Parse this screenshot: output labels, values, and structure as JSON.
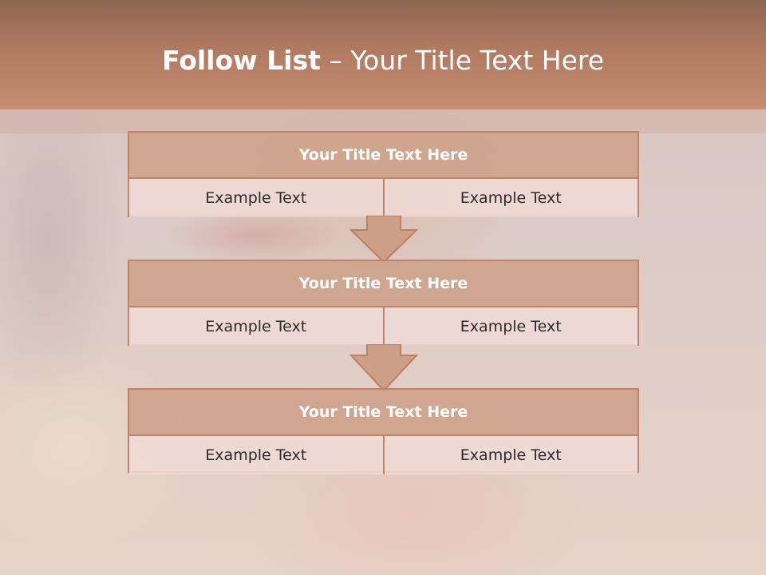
{
  "header": {
    "title_bold": "Follow List",
    "title_rest": " – Your Title Text Here"
  },
  "blocks": [
    {
      "title": "Your Title Text Here",
      "left": "Example Text",
      "right": "Example Text"
    },
    {
      "title": "Your Title Text Here",
      "left": "Example Text",
      "right": "Example Text"
    },
    {
      "title": "Your Title Text Here",
      "left": "Example Text",
      "right": "Example Text"
    }
  ],
  "colors": {
    "header": "#b07a60",
    "block_title_fill": "#cda087",
    "cell_fill": "#f0dad6",
    "border": "#c0836a"
  }
}
